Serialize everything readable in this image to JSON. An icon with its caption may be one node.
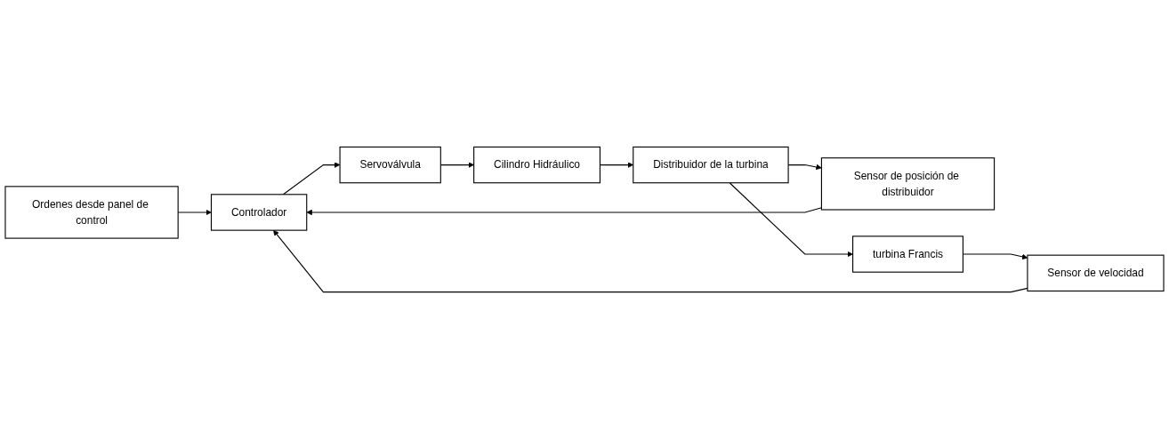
{
  "diagram": {
    "nodes": [
      {
        "text": [
          "Ordenes desde panel de control"
        ]
      },
      {
        "text": [
          "Sensor de posición de distribuidor"
        ]
      },
      {
        "text": [
          "Controlador"
        ]
      },
      {
        "text": [
          "Servoválvula"
        ]
      },
      {
        "text": [
          "Cilindro Hidráulico"
        ]
      },
      {
        "text": [
          "Distribuidor de la turbina"
        ]
      },
      {
        "text": [
          "turbina Francis"
        ]
      },
      {
        "text": [
          "Sensor de velocidad"
        ]
      }
    ],
    "edges": [
      {
        "from": 0,
        "to": 2,
        "arrow": "to"
      },
      {
        "from": 1,
        "to": 2,
        "arrow": "to"
      },
      {
        "from": 2,
        "to": 3,
        "arrow": "to"
      },
      {
        "from": 3,
        "to": 4,
        "arrow": "to"
      },
      {
        "from": 4,
        "to": 5,
        "arrow": "to"
      },
      {
        "from": 5,
        "to": 6,
        "arrow": "to"
      },
      {
        "from": 5,
        "to": 1,
        "arrow": "to"
      },
      {
        "from": 6,
        "to": 7,
        "arrow": "to"
      },
      {
        "from": 7,
        "to": 2,
        "arrow": "to"
      }
    ]
  }
}
